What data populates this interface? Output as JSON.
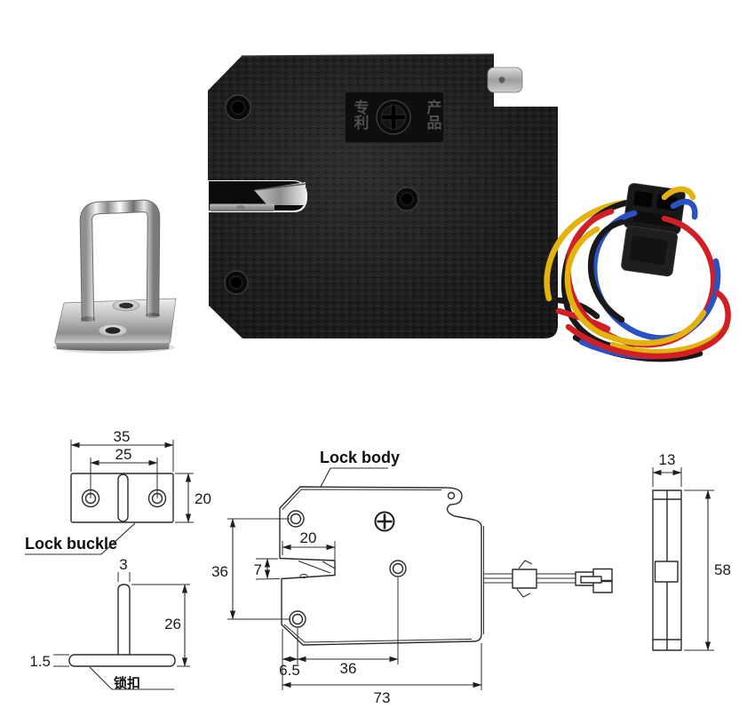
{
  "buckle_top": {
    "label": "Lock buckle",
    "width": "35",
    "hole_spacing": "25",
    "height": "20"
  },
  "buckle_side": {
    "label": "锁扣",
    "bar_width": "3",
    "height": "26",
    "thickness": "1.5"
  },
  "body_front": {
    "label": "Lock body",
    "notch_width": "20",
    "notch_height": "7",
    "side_height": "36",
    "edge_to_hole": "6.5",
    "hole_span": "36",
    "width": "73"
  },
  "body_side": {
    "width": "13",
    "height": "58"
  },
  "photo": {
    "molded_text_col1": "专利",
    "molded_text_col2": "产品",
    "wire_colors": {
      "red": "#d11f26",
      "yellow": "#e3b20d",
      "blue": "#2b52c4",
      "black": "#181818"
    }
  }
}
